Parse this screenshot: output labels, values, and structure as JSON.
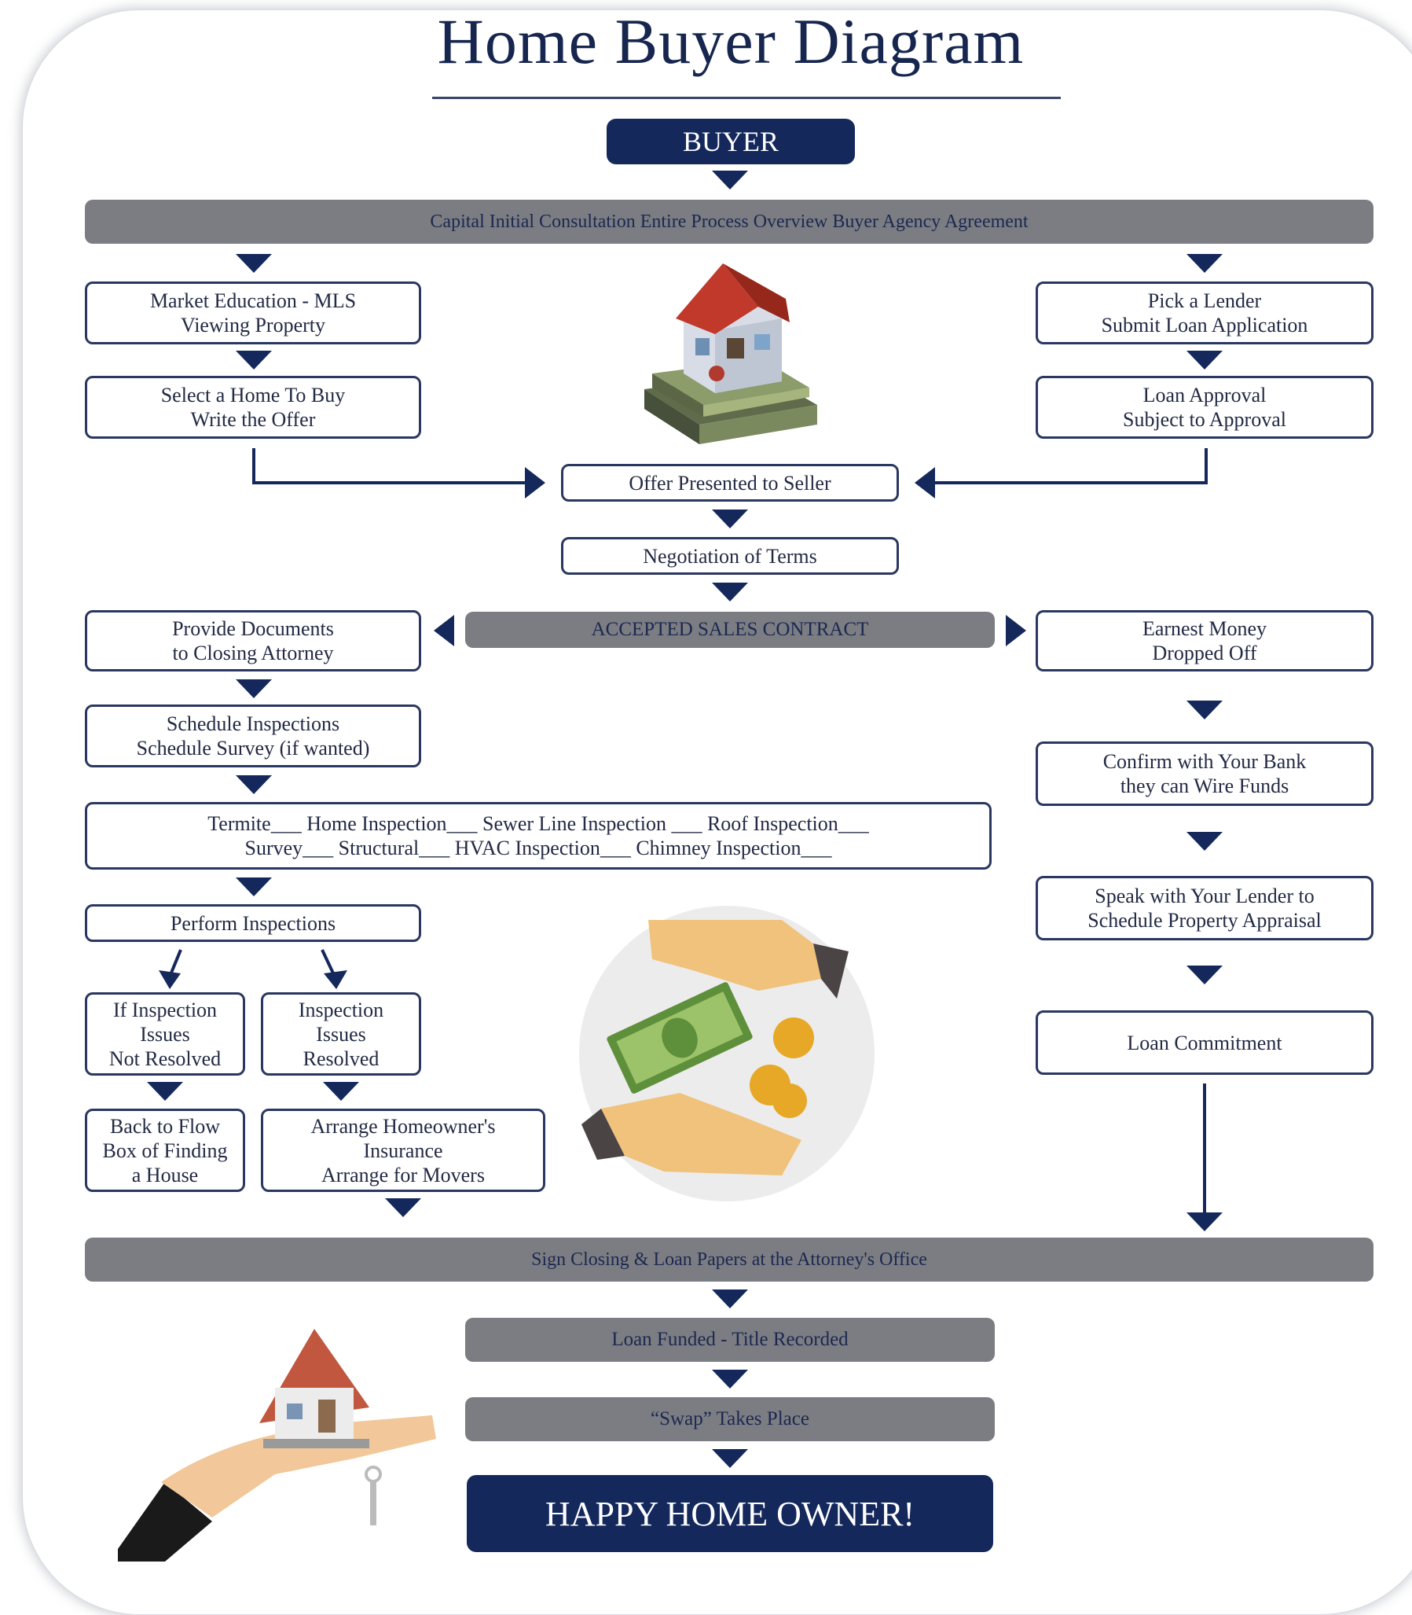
{
  "title": "Home Buyer Diagram",
  "buyer": "BUYER",
  "consultation": "Capital Initial Consultation Entire Process Overview Buyer Agency Agreement",
  "left_top": {
    "market_line1": "Market Education - MLS",
    "market_line2": "Viewing Property",
    "select_line1": "Select a Home To Buy",
    "select_line2": "Write the Offer"
  },
  "right_top": {
    "lender_line1": "Pick a Lender",
    "lender_line2": "Submit Loan Application",
    "approval_line1": "Loan Approval",
    "approval_line2": "Subject to Approval"
  },
  "offer": "Offer Presented to Seller",
  "negotiation": "Negotiation of Terms",
  "accepted": "ACCEPTED SALES CONTRACT",
  "documents_line1": "Provide Documents",
  "documents_line2": "to Closing Attorney",
  "schedule_line1": "Schedule Inspections",
  "schedule_line2": "Schedule Survey (if wanted)",
  "inspections_line1": "Termite___ Home Inspection___ Sewer Line Inspection ___ Roof Inspection___",
  "inspections_line2": "Survey___ Structural___ HVAC Inspection___ Chimney Inspection___",
  "perform": "Perform Inspections",
  "not_resolved": [
    "If Inspection",
    "Issues",
    "Not Resolved"
  ],
  "resolved": [
    "Inspection",
    "Issues",
    "Resolved"
  ],
  "back_to_flow": [
    "Back to Flow",
    "Box of Finding",
    "a House"
  ],
  "arrange": [
    "Arrange Homeowner's",
    "Insurance",
    "Arrange for Movers"
  ],
  "earnest_line1": "Earnest Money",
  "earnest_line2": "Dropped Off",
  "confirm_line1": "Confirm with Your Bank",
  "confirm_line2": "they can Wire Funds",
  "appraisal_line1": "Speak with Your Lender to",
  "appraisal_line2": "Schedule Property Appraisal",
  "commitment": "Loan Commitment",
  "sign": "Sign Closing & Loan Papers at the Attorney's Office",
  "funded": "Loan Funded - Title Recorded",
  "swap": "“Swap” Takes Place",
  "happy": "HAPPY HOME OWNER!",
  "colors": {
    "navy": "#14285c",
    "gray_bar": "#7b7d82",
    "box_border": "#2a3760"
  }
}
